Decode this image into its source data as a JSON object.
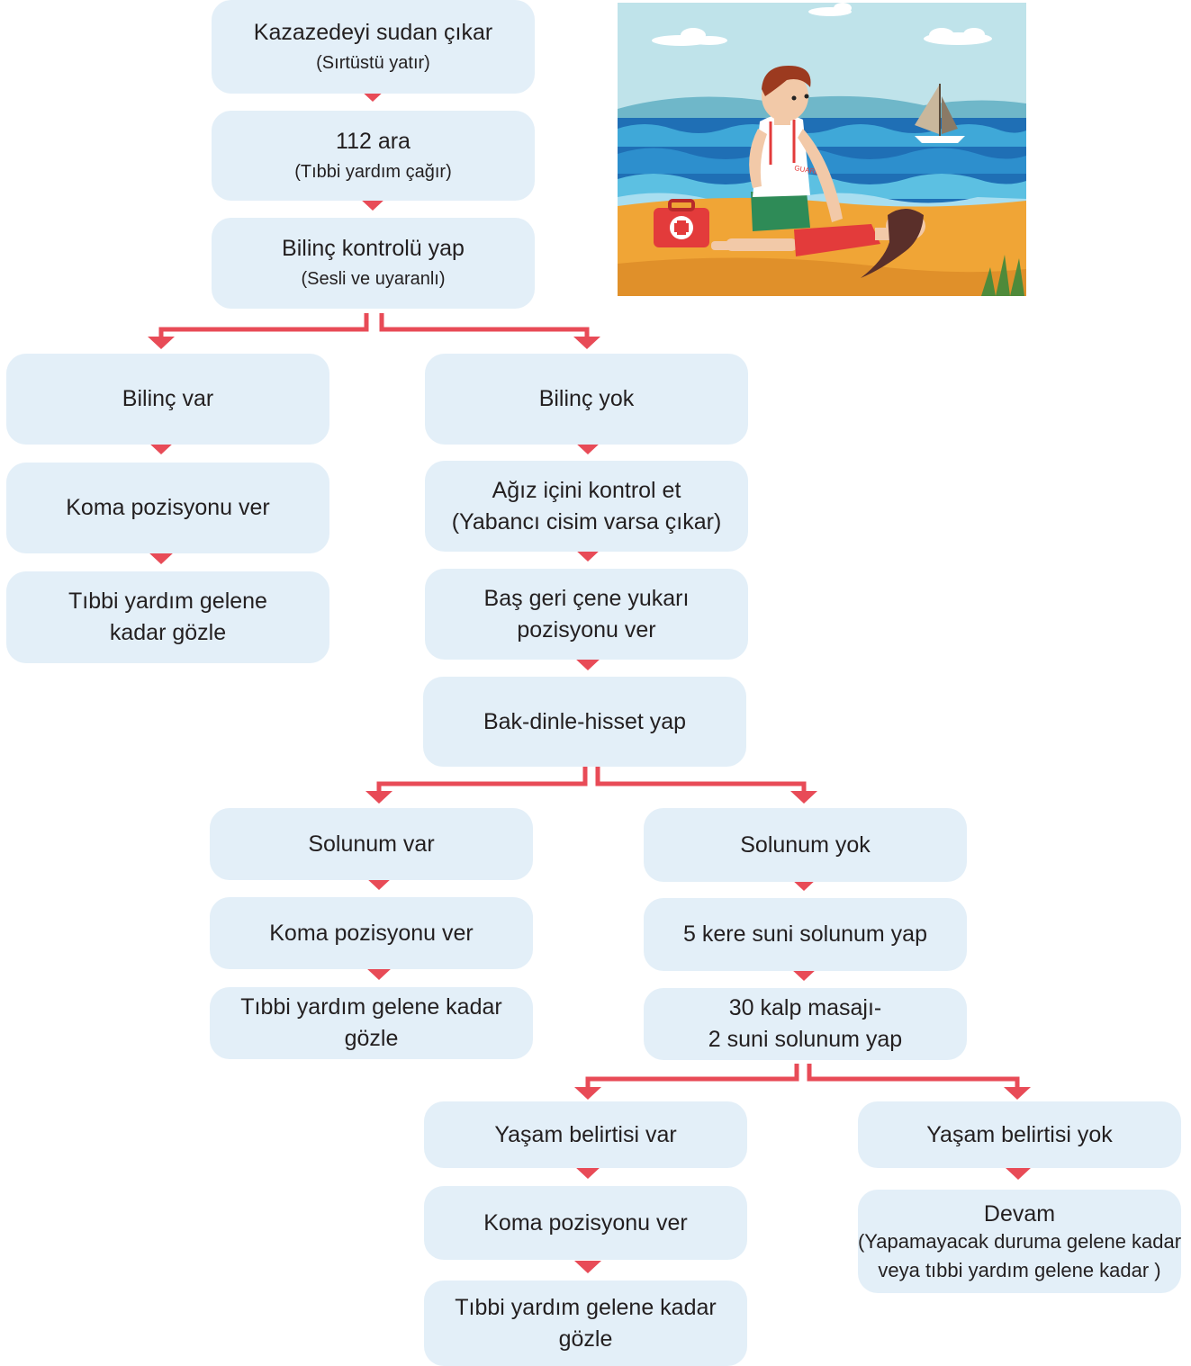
{
  "colors": {
    "box_fill": "#e3eff8",
    "arrow": "#e84b57",
    "text": "#231f20"
  },
  "steps": {
    "remove_victim": {
      "main": "Kazazedeyi sudan çıkar",
      "sub": "(Sırtüstü yatır)"
    },
    "call_112": {
      "main": "112 ara",
      "sub": "(Tıbbi yardım çağır)"
    },
    "check_consciousness": {
      "main": "Bilinç kontrolü yap",
      "sub": "(Sesli ve uyaranlı)"
    },
    "conscious": {
      "main": "Bilinç var"
    },
    "conscious_coma": {
      "main": "Koma pozisyonu ver"
    },
    "conscious_observe": {
      "line1": "Tıbbi yardım gelene",
      "line2": "kadar gözle"
    },
    "unconscious": {
      "main": "Bilinç yok"
    },
    "check_mouth": {
      "line1": "Ağız içini kontrol et",
      "line2": "(Yabancı cisim varsa çıkar)"
    },
    "head_tilt": {
      "line1": "Baş geri çene yukarı",
      "line2": "pozisyonu ver"
    },
    "look_listen_feel": {
      "main": "Bak-dinle-hisset yap"
    },
    "breathing": {
      "main": "Solunum var"
    },
    "breathing_coma": {
      "main": "Koma pozisyonu ver"
    },
    "breathing_observe": {
      "main": "Tıbbi yardım gelene kadar gözle"
    },
    "not_breathing": {
      "main": "Solunum yok"
    },
    "five_breaths": {
      "main": "5 kere suni solunum yap"
    },
    "cpr": {
      "line1": "30 kalp masajı-",
      "line2": "2 suni solunum yap"
    },
    "signs_of_life": {
      "main": "Yaşam belirtisi var"
    },
    "signs_coma": {
      "main": "Koma pozisyonu ver"
    },
    "signs_observe": {
      "main": "Tıbbi yardım gelene kadar gözle"
    },
    "no_signs_of_life": {
      "main": "Yaşam belirtisi yok"
    },
    "continue": {
      "main": "Devam",
      "line2": "(Yapamayacak duruma gelene kadar",
      "line3": "veya tıbbi yardım gelene kadar )"
    }
  },
  "illustration": {
    "first_aid_kit_icon": "first-aid-kit-icon",
    "lifeguard_shirt_text": "GUARD"
  }
}
